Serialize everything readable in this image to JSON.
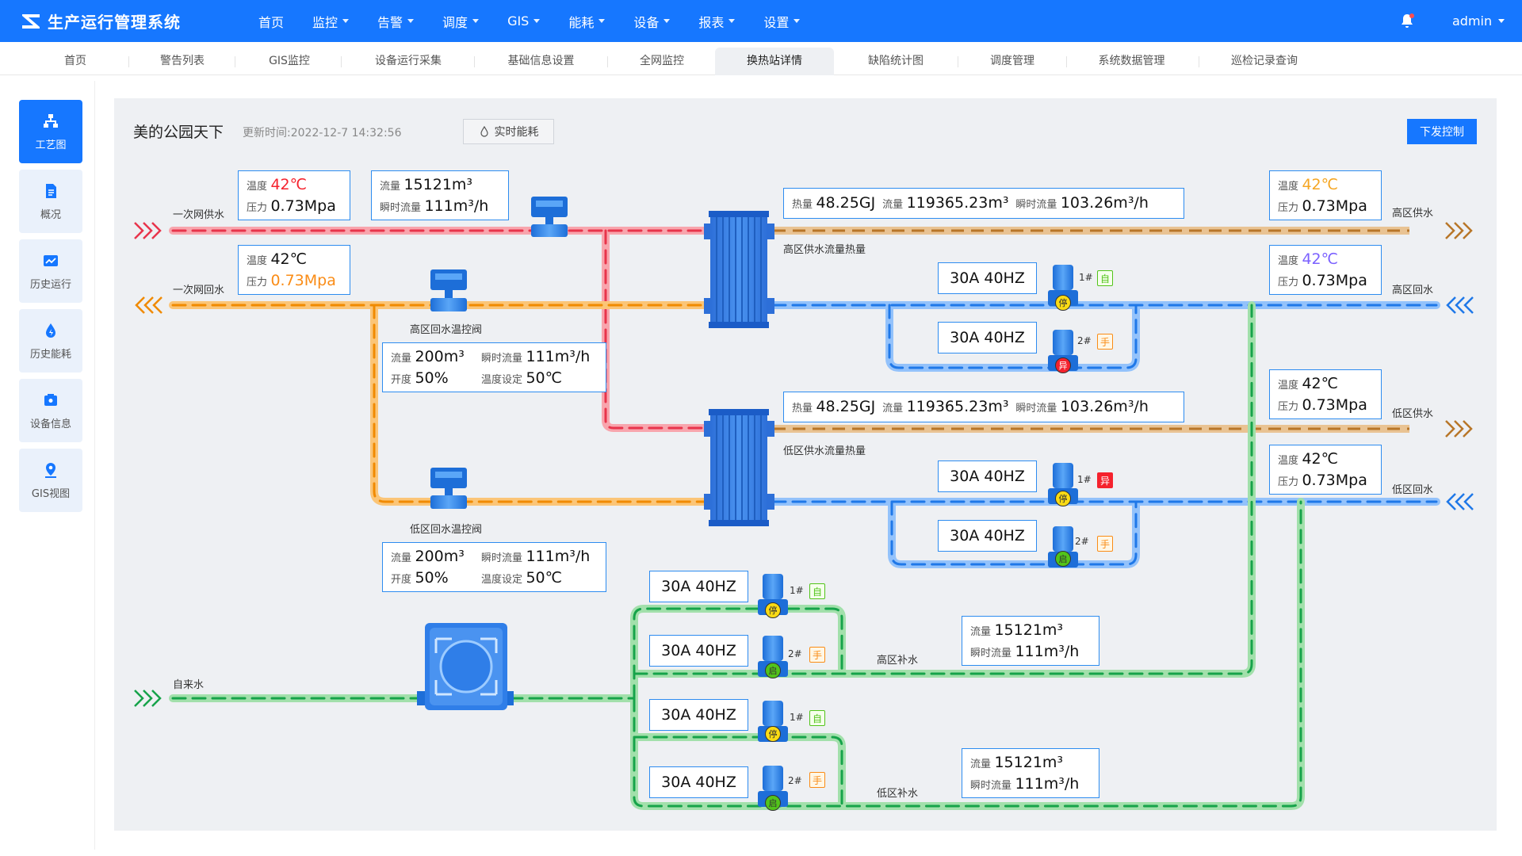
{
  "app": {
    "title": "生产运行管理系统",
    "user": "admin"
  },
  "menu": [
    "首页",
    "监控",
    "告警",
    "调度",
    "GIS",
    "能耗",
    "设备",
    "报表",
    "设置"
  ],
  "tabs": [
    "首页",
    "警告列表",
    "GIS监控",
    "设备运行采集",
    "基础信息设置",
    "全网监控",
    "换热站详情",
    "缺陷统计图",
    "调度管理",
    "系统数据管理",
    "巡检记录查询"
  ],
  "sidebar": [
    "工艺图",
    "概况",
    "历史运行",
    "历史能耗",
    "设备信息",
    "GIS视图"
  ],
  "station": {
    "name": "美的公园天下",
    "update_time": "更新时间:2022-12-7 14:32:56",
    "realtime_btn": "实时能耗",
    "control_btn": "下发控制"
  },
  "labels": {
    "temp": "温度",
    "pressure": "压力",
    "flow": "流量",
    "inst_flow": "瞬时流量",
    "heat": "热量",
    "opening": "开度",
    "temp_set": "温度设定"
  },
  "lines": {
    "primary_supply": "一次网供水",
    "primary_return": "一次网回水",
    "high_supply": "高区供水",
    "high_return": "高区回水",
    "low_supply": "低区供水",
    "low_return": "低区回水",
    "tap_water": "自来水",
    "high_makeup": "高区补水",
    "low_makeup": "低区补水",
    "high_valve": "高区回水温控阀",
    "low_valve": "低区回水温控阀",
    "high_meter": "高区供水流量热量",
    "low_meter": "低区供水流量热量"
  },
  "readings": {
    "ps": {
      "temp": "42℃",
      "pressure": "0.73Mpa"
    },
    "pf": {
      "flow": "15121m³",
      "inst": "111m³/h"
    },
    "pr": {
      "temp": "42℃",
      "pressure": "0.73Mpa"
    },
    "hv": {
      "flow": "200m³",
      "inst": "111m³/h",
      "opening": "50%",
      "set": "50℃"
    },
    "lv": {
      "flow": "200m³",
      "inst": "111m³/h",
      "opening": "50%",
      "set": "50℃"
    },
    "hm": {
      "heat": "48.25GJ",
      "flow": "119365.23m³",
      "inst": "103.26m³/h"
    },
    "lm": {
      "heat": "48.25GJ",
      "flow": "119365.23m³",
      "inst": "103.26m³/h"
    },
    "hs": {
      "temp": "42℃",
      "pressure": "0.73Mpa"
    },
    "hr": {
      "temp": "42℃",
      "pressure": "0.73Mpa"
    },
    "ls": {
      "temp": "42℃",
      "pressure": "0.73Mpa"
    },
    "lr": {
      "temp": "42℃",
      "pressure": "0.73Mpa"
    },
    "hmk": {
      "flow": "15121m³",
      "inst": "111m³/h"
    },
    "lmk": {
      "flow": "15121m³",
      "inst": "111m³/h"
    }
  },
  "pumps": {
    "hp1": {
      "spec": "30A  40HZ",
      "no": "1#",
      "mode": "自",
      "state": "停"
    },
    "hp2": {
      "spec": "30A  40HZ",
      "no": "2#",
      "mode": "手",
      "state": "异"
    },
    "lp1": {
      "spec": "30A  40HZ",
      "no": "1#",
      "mode": "异",
      "state": "停"
    },
    "lp2": {
      "spec": "30A  40HZ",
      "no": "2#",
      "mode": "手",
      "state": "启"
    },
    "hm1": {
      "spec": "30A  40HZ",
      "no": "1#",
      "mode": "自",
      "state": "停"
    },
    "hm2": {
      "spec": "30A  40HZ",
      "no": "2#",
      "mode": "手",
      "state": "启"
    },
    "lm1": {
      "spec": "30A  40HZ",
      "no": "1#",
      "mode": "自",
      "state": "停"
    },
    "lm2": {
      "spec": "30A  40HZ",
      "no": "2#",
      "mode": "手",
      "state": "启"
    }
  },
  "colors": {
    "primary": "#1677ff",
    "supply_red": "#f5222d",
    "return_orange": "#fa8c16",
    "secondary_supply": "#c8813a",
    "secondary_return": "#2d8cf0",
    "makeup_green": "#52c41a"
  }
}
